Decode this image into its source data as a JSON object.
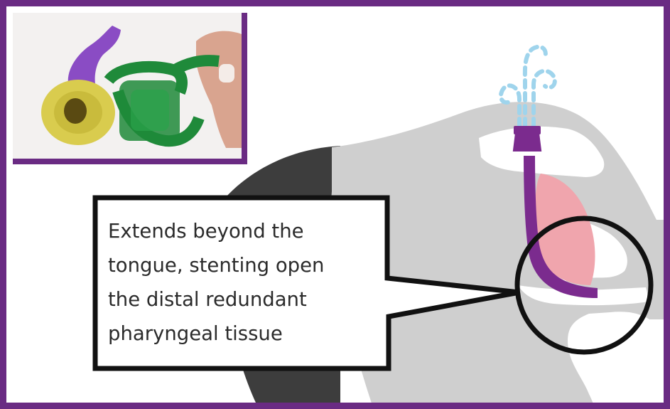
{
  "callout": {
    "lines": [
      "Extends beyond the",
      "tongue, stenting open",
      "the distal redundant",
      "pharyngeal tissue"
    ]
  },
  "colors": {
    "frame": "#6a2b83",
    "device": "#7b2b8e",
    "tongue": "#f0a5ad",
    "airflow": "#9fd4ec",
    "head_dark": "#3d3d3d",
    "head_light": "#cfcfcf",
    "clip_green": "#1f8a3a",
    "flange_yellow": "#d9cc4e"
  }
}
